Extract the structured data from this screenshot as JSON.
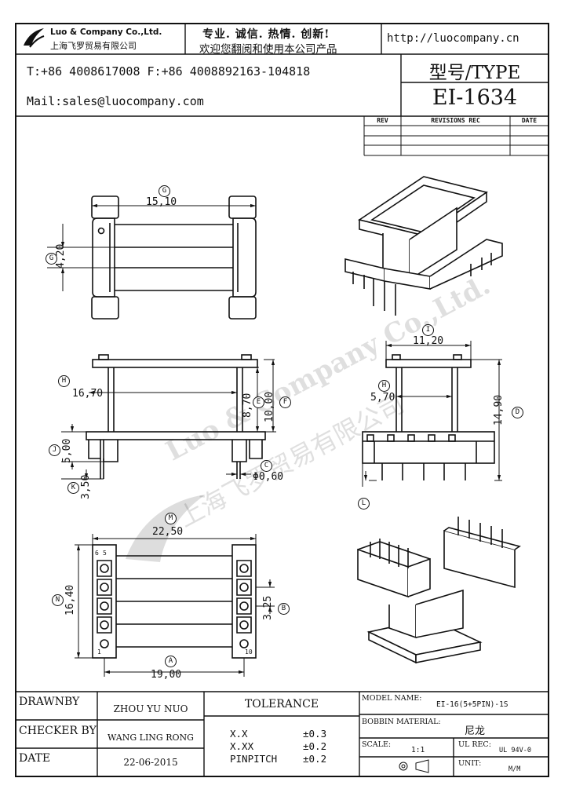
{
  "company": {
    "name_en": "Luo & Company Co.,Ltd.",
    "name_cn": "上海飞罗贸易有限公司",
    "slogan_line1": "专业. 诚信. 热情. 创新!",
    "slogan_line2": "欢迎您翻阅和使用本公司产品",
    "website": "http://luocompany.cn",
    "phone": "T:+86 4008617008 F:+86 4008892163-104818",
    "email": "Mail:sales@luocompany.com",
    "watermark_en": "Luo & Company Co.,Ltd.",
    "watermark_cn": "上海飞罗贸易有限公司"
  },
  "type_box": {
    "label": "型号/TYPE",
    "model": "EI-1634"
  },
  "revisions": {
    "headers": [
      "REV",
      "REVISIONS REC",
      "DATE"
    ]
  },
  "dimensions": {
    "G": {
      "tag": "G",
      "value": "15,10"
    },
    "G2": {
      "tag": "G",
      "value": "4,20"
    },
    "H": {
      "tag": "H",
      "value": "16,70"
    },
    "E": {
      "tag": "E",
      "value": "8,70"
    },
    "F": {
      "tag": "F",
      "value": "10,00"
    },
    "J": {
      "tag": "J",
      "value": "5,00"
    },
    "K": {
      "tag": "K",
      "value": "3,50"
    },
    "C": {
      "tag": "C",
      "value": "Φ0,60"
    },
    "I": {
      "tag": "I",
      "value": "11,20"
    },
    "H2": {
      "tag": "H",
      "value": "5,70"
    },
    "D": {
      "tag": "D",
      "value": "14,90"
    },
    "L": {
      "tag": "L",
      "value": ""
    },
    "M": {
      "tag": "M",
      "value": "22,50"
    },
    "N": {
      "tag": "N",
      "value": "16,40"
    },
    "B": {
      "tag": "B",
      "value": "3,25"
    },
    "A": {
      "tag": "A",
      "value": "19,00"
    }
  },
  "pin_labels": {
    "p6": "6",
    "p5": "5",
    "p1": "1",
    "p10": "10"
  },
  "footer": {
    "drawnby_label": "DRAWNBY",
    "drawnby_value": "ZHOU YU NUO",
    "checker_label": "CHECKER BY",
    "checker_value": "WANG LING RONG",
    "date_label": "DATE",
    "date_value": "22-06-2015",
    "tolerance_label": "TOLERANCE",
    "tol_rows": [
      {
        "k": "X.X",
        "v": "±0.3"
      },
      {
        "k": "X.XX",
        "v": "±0.2"
      },
      {
        "k": "PINPITCH",
        "v": "±0.2"
      }
    ],
    "model_name_label": "MODEL NAME:",
    "model_name_value": "EI-16(5+5PIN)-1S",
    "bobbin_label": "BOBBIN MATERIAL:",
    "bobbin_value": "尼龙",
    "scale_label": "SCALE:",
    "scale_value": "1:1",
    "ul_label": "UL REC:",
    "ul_value": "UL 94V-0",
    "unit_label": "UNIT:",
    "unit_value": "M/M"
  }
}
